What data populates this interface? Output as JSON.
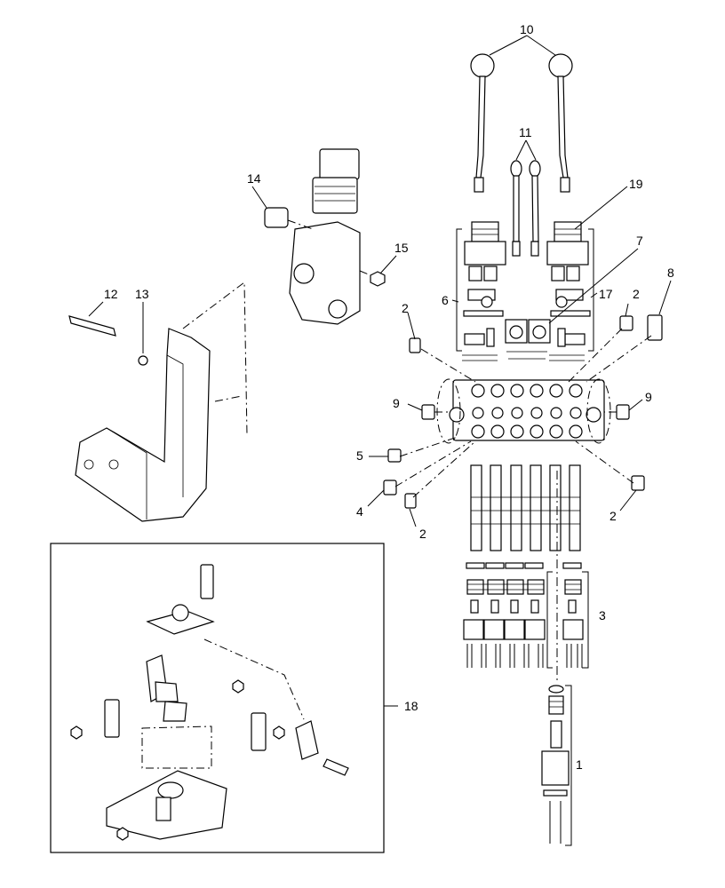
{
  "diagram": {
    "callouts": {
      "c1": "1",
      "c2a": "2",
      "c2b": "2",
      "c2c": "2",
      "c2d": "2",
      "c3": "3",
      "c4": "4",
      "c5": "5",
      "c6": "6",
      "c7": "7",
      "c8": "8",
      "c9a": "9",
      "c9b": "9",
      "c10": "10",
      "c11": "11",
      "c12": "12",
      "c13": "13",
      "c14": "14",
      "c15": "15",
      "c17": "17",
      "c18": "18",
      "c19": "19"
    }
  }
}
